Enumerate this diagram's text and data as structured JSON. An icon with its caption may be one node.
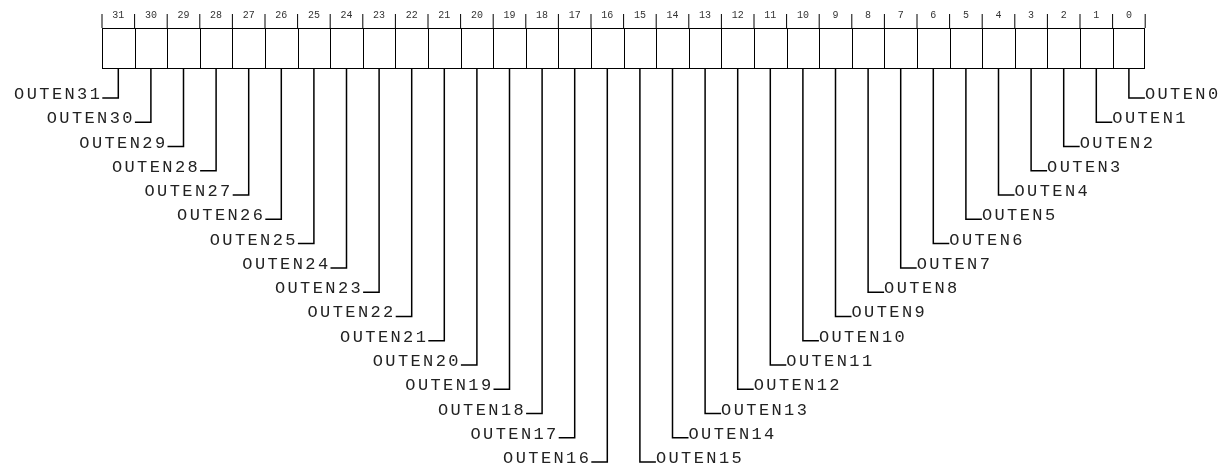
{
  "diagram": {
    "nodes": [
      {
        "text": [
          "31"
        ]
      },
      {
        "text": [
          "30"
        ]
      },
      {
        "text": [
          "29"
        ]
      },
      {
        "text": [
          "28"
        ]
      },
      {
        "text": [
          "27"
        ]
      },
      {
        "text": [
          "26"
        ]
      },
      {
        "text": [
          "25"
        ]
      },
      {
        "text": [
          "24"
        ]
      },
      {
        "text": [
          "23"
        ]
      },
      {
        "text": [
          "22"
        ]
      },
      {
        "text": [
          "21"
        ]
      },
      {
        "text": [
          "20"
        ]
      },
      {
        "text": [
          "19"
        ]
      },
      {
        "text": [
          "18"
        ]
      },
      {
        "text": [
          "17"
        ]
      },
      {
        "text": [
          "16"
        ]
      },
      {
        "text": [
          "15"
        ]
      },
      {
        "text": [
          "14"
        ]
      },
      {
        "text": [
          "13"
        ]
      },
      {
        "text": [
          "12"
        ]
      },
      {
        "text": [
          "11"
        ]
      },
      {
        "text": [
          "10"
        ]
      },
      {
        "text": [
          "9"
        ]
      },
      {
        "text": [
          "8"
        ]
      },
      {
        "text": [
          "7"
        ]
      },
      {
        "text": [
          "6"
        ]
      },
      {
        "text": [
          "5"
        ]
      },
      {
        "text": [
          "4"
        ]
      },
      {
        "text": [
          "3"
        ]
      },
      {
        "text": [
          "2"
        ]
      },
      {
        "text": [
          "1"
        ]
      },
      {
        "text": [
          "0"
        ]
      },
      {
        "text": [
          "OUTEN31"
        ]
      },
      {
        "text": [
          "OUTEN30"
        ]
      },
      {
        "text": [
          "OUTEN29"
        ]
      },
      {
        "text": [
          "OUTEN28"
        ]
      },
      {
        "text": [
          "OUTEN27"
        ]
      },
      {
        "text": [
          "OUTEN26"
        ]
      },
      {
        "text": [
          "OUTEN25"
        ]
      },
      {
        "text": [
          "OUTEN24"
        ]
      },
      {
        "text": [
          "OUTEN23"
        ]
      },
      {
        "text": [
          "OUTEN22"
        ]
      },
      {
        "text": [
          "OUTEN21"
        ]
      },
      {
        "text": [
          "OUTEN20"
        ]
      },
      {
        "text": [
          "OUTEN19"
        ]
      },
      {
        "text": [
          "OUTEN18"
        ]
      },
      {
        "text": [
          "OUTEN17"
        ]
      },
      {
        "text": [
          "OUTEN16"
        ]
      },
      {
        "text": [
          "OUTEN15"
        ]
      },
      {
        "text": [
          "OUTEN14"
        ]
      },
      {
        "text": [
          "OUTEN13"
        ]
      },
      {
        "text": [
          "OUTEN12"
        ]
      },
      {
        "text": [
          "OUTEN11"
        ]
      },
      {
        "text": [
          "OUTEN10"
        ]
      },
      {
        "text": [
          "OUTEN9"
        ]
      },
      {
        "text": [
          "OUTEN8"
        ]
      },
      {
        "text": [
          "OUTEN7"
        ]
      },
      {
        "text": [
          "OUTEN6"
        ]
      },
      {
        "text": [
          "OUTEN5"
        ]
      },
      {
        "text": [
          "OUTEN4"
        ]
      },
      {
        "text": [
          "OUTEN3"
        ]
      },
      {
        "text": [
          "OUTEN2"
        ]
      },
      {
        "text": [
          "OUTEN1"
        ]
      },
      {
        "text": [
          "OUTEN0"
        ]
      }
    ],
    "edges": [
      {
        "from": 32,
        "to": 0,
        "arrow": "none"
      },
      {
        "from": 33,
        "to": 1,
        "arrow": "none"
      },
      {
        "from": 34,
        "to": 2,
        "arrow": "none"
      },
      {
        "from": 35,
        "to": 3,
        "arrow": "none"
      },
      {
        "from": 36,
        "to": 4,
        "arrow": "none"
      },
      {
        "from": 37,
        "to": 5,
        "arrow": "none"
      },
      {
        "from": 38,
        "to": 6,
        "arrow": "none"
      },
      {
        "from": 39,
        "to": 7,
        "arrow": "none"
      },
      {
        "from": 40,
        "to": 8,
        "arrow": "none"
      },
      {
        "from": 41,
        "to": 9,
        "arrow": "none"
      },
      {
        "from": 42,
        "to": 10,
        "arrow": "none"
      },
      {
        "from": 43,
        "to": 11,
        "arrow": "none"
      },
      {
        "from": 44,
        "to": 12,
        "arrow": "none"
      },
      {
        "from": 45,
        "to": 13,
        "arrow": "none"
      },
      {
        "from": 46,
        "to": 14,
        "arrow": "none"
      },
      {
        "from": 47,
        "to": 15,
        "arrow": "none"
      },
      {
        "from": 48,
        "to": 16,
        "arrow": "none"
      },
      {
        "from": 49,
        "to": 17,
        "arrow": "none"
      },
      {
        "from": 50,
        "to": 18,
        "arrow": "none"
      },
      {
        "from": 51,
        "to": 19,
        "arrow": "none"
      },
      {
        "from": 52,
        "to": 20,
        "arrow": "none"
      },
      {
        "from": 53,
        "to": 21,
        "arrow": "none"
      },
      {
        "from": 54,
        "to": 22,
        "arrow": "none"
      },
      {
        "from": 55,
        "to": 23,
        "arrow": "none"
      },
      {
        "from": 56,
        "to": 24,
        "arrow": "none"
      },
      {
        "from": 57,
        "to": 25,
        "arrow": "none"
      },
      {
        "from": 58,
        "to": 26,
        "arrow": "none"
      },
      {
        "from": 59,
        "to": 27,
        "arrow": "none"
      },
      {
        "from": 60,
        "to": 28,
        "arrow": "none"
      },
      {
        "from": 61,
        "to": 29,
        "arrow": "none"
      },
      {
        "from": 62,
        "to": 30,
        "arrow": "none"
      },
      {
        "from": 63,
        "to": 31,
        "arrow": "none"
      }
    ]
  }
}
